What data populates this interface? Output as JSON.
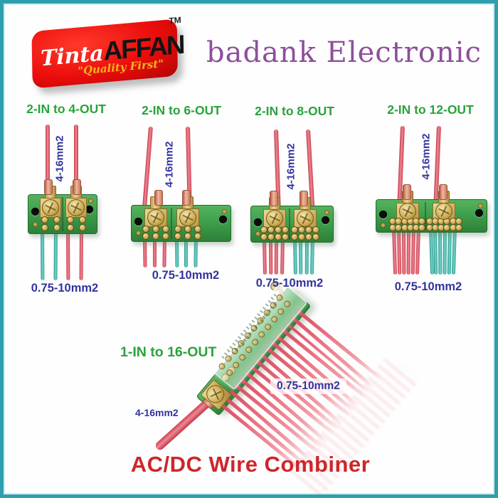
{
  "frame": {
    "border_color": "#2f9fae",
    "background": "#fefefe"
  },
  "logo": {
    "brand_script": "Tinta",
    "brand_bold": "AFFAN",
    "trademark": "TM",
    "tagline": "\"Quality First\"",
    "colors": {
      "badge": "#ec0d0c",
      "script_text": "#ffffff",
      "bold_text": "#141414",
      "tagline_text": "#f0b41e"
    }
  },
  "header": {
    "store_name": "badank Electronic",
    "color": "#8d4f9c"
  },
  "products": [
    {
      "title": "2-IN to 4-OUT",
      "inputs": 2,
      "outputs": 4,
      "input_label": "4-16mm2",
      "output_label": "0.75-10mm2",
      "outputs_per_side": 2,
      "left_wire_color": "teal",
      "right_wire_color": "red"
    },
    {
      "title": "2-IN to 6-OUT",
      "inputs": 2,
      "outputs": 6,
      "input_label": "4-16mm2",
      "output_label": "0.75-10mm2",
      "outputs_per_side": 3,
      "left_wire_color": "red",
      "right_wire_color": "teal"
    },
    {
      "title": "2-IN to 8-OUT",
      "inputs": 2,
      "outputs": 8,
      "input_label": "4-16mm2",
      "output_label": "0.75-10mm2",
      "outputs_per_side": 4,
      "left_wire_color": "red",
      "right_wire_color": "teal"
    },
    {
      "title": "2-IN to 12-OUT",
      "inputs": 2,
      "outputs": 12,
      "input_label": "4-16mm2",
      "output_label": "0.75-10mm2",
      "outputs_per_side": 6,
      "left_wire_color": "red",
      "right_wire_color": "teal"
    }
  ],
  "bottom_product": {
    "title": "1-IN to 16-OUT",
    "inputs": 1,
    "outputs": 16,
    "input_label": "4-16mm2",
    "output_label": "0.75-10mm2"
  },
  "footer": {
    "title": "AC/DC Wire Combiner",
    "color": "#cd262c"
  },
  "colors": {
    "wire_red": "#dc4f60",
    "wire_teal": "#3ab3a7",
    "block_green": "#3fa04b",
    "brass": "#d6ba74",
    "label_blue": "#32339e",
    "title_green": "#2aa23b"
  }
}
